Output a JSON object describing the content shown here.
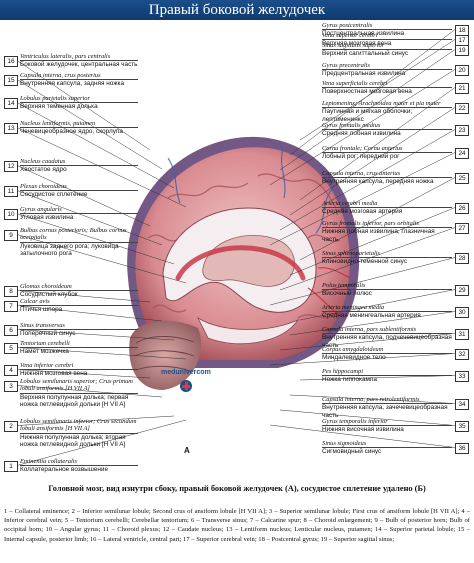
{
  "title": "Правый боковой желудочек",
  "watermark": "medunivercom",
  "figure_letter": "A",
  "caption": "Головной мозг, вид изнутри сбоку, правый боковой желудочек (А), сосудистое сплетение удалено (Б)",
  "legend": "1 – Collateral eminence; 2 – Inferior semilunar lobule; Second crus of ansiform lobule [H VII A]; 3 – Superior semilunar lobule; First crus of ansiform lobule [H VII A]; 4 – Inferior cerebral vein; 5 – Tentorium cerebelli; Cerebellar tentorium; 6 – Transverse sinus; 7 – Calcarine spur; 8 – Choroid enlargement; 9 – Bulb of posterior horn; Bulb of occipital horn; 10 – Angular gyrus; 11 – Choroid plexus; 12 – Caudate nucleus; 13 – Lentiform nucleus; Lenticular nucleus, putamen; 14 – Superior parietal lobule; 15 – Internal capsule, posterior limb; 16 – Lateral ventricle, central part; 17 – Superior cerebral vein; 18 – Postcentral gyrus; 19 – Superior sagittal sinus;",
  "colors": {
    "banner": "#1b4f8c",
    "brain_pink": "#e7a3a3",
    "brain_dark": "#b55a60",
    "ventricle": "#f3eef0",
    "plexus": "#c83a4a"
  },
  "left_labels": [
    {
      "n": "16",
      "lat": "Ventriculus lateralis, pars centralis",
      "rus": "Боковой желудочек, центральная часть"
    },
    {
      "n": "15",
      "lat": "Capsula interna, crus posterius",
      "rus": "Внутренняя капсула, задняя ножка"
    },
    {
      "n": "14",
      "lat": "Lobulus parietalis superior",
      "rus": "Верхняя теменная долька"
    },
    {
      "n": "13",
      "lat": "Nucleus lentiformis, putamen",
      "rus": "Чечевицеобразное ядро, скорлупа"
    },
    {
      "n": "12",
      "lat": "Nucleus caudatus",
      "rus": "Хвостатое ядро"
    },
    {
      "n": "11",
      "lat": "Plexus choroideus",
      "rus": "Сосудистое сплетение"
    },
    {
      "n": "10",
      "lat": "Gyrus angularis",
      "rus": "Угловая извилина"
    },
    {
      "n": "9",
      "lat": "Bulbus cornus posterioris; Bulbus cornus occipitalis",
      "rus": "Луковица заднего рога; луковица затылочного рога"
    },
    {
      "n": "8",
      "lat": "Glomus choroideum",
      "rus": "Сосудистый клубок"
    },
    {
      "n": "7",
      "lat": "Calcar avis",
      "rus": "Птичья шпора"
    },
    {
      "n": "6",
      "lat": "Sinus transversus",
      "rus": "Поперечный синус"
    },
    {
      "n": "5",
      "lat": "Tentorium cerebelli",
      "rus": "Намет мозжечка"
    },
    {
      "n": "4",
      "lat": "Vena inferior cerebri",
      "rus": "Нижняя мозговая вена"
    },
    {
      "n": "3",
      "lat": "Lobulus semilunaris superior; Crus primum lobuli ansiformis [H VII A]",
      "rus": "Верхняя полулунная долька; первая ножка петлевидной дольки [H VII A]"
    },
    {
      "n": "2",
      "lat": "Lobulus semilunaris inferior; Crus secundum lobuli ansiformis [H VII A]",
      "rus": "Нижняя полулунная долька; вторая ножка петлевидной дольки [H VII A]"
    },
    {
      "n": "1",
      "lat": "Eminentia collateralis",
      "rus": "Коллатеральное возвышение"
    }
  ],
  "right_labels": [
    {
      "n": "17",
      "lat": "Vena superior cerebri",
      "rus": "Верхняя мозговая вена"
    },
    {
      "n": "18",
      "lat": "Gyrus postcentralis",
      "rus": "Постцентральная извилина"
    },
    {
      "n": "19",
      "lat": "Sinus sagittalis superior",
      "rus": "Верхний сагиттальный синус"
    },
    {
      "n": "20",
      "lat": "Gyrus precentralis",
      "rus": "Предцентральная извилина"
    },
    {
      "n": "21",
      "lat": "Vena superficialis cerebri",
      "rus": "Поверхностная мозговая вена"
    },
    {
      "n": "22",
      "lat": "Leptomeninx; Arachnoidea mater et pia mater",
      "rus": "Паутинная и мягкая оболочки; лептоменинкс"
    },
    {
      "n": "23",
      "lat": "Gyrus frontalis medius",
      "rus": "Средняя лобная извилина"
    },
    {
      "n": "24",
      "lat": "Cornu frontale; Cornu anterius",
      "rus": "Лобный рог; передний рог"
    },
    {
      "n": "25",
      "lat": "Capsula interna, crus anterius",
      "rus": "Внутренняя капсула, передняя ножка"
    },
    {
      "n": "26",
      "lat": "Arteria cerebri media",
      "rus": "Средняя мозговая артерия"
    },
    {
      "n": "27",
      "lat": "Gyrus frontalis inferior, pars orbitalis",
      "rus": "Нижняя лобная извилина, глазничная часть"
    },
    {
      "n": "28",
      "lat": "Sinus sphenoparietalis",
      "rus": "Клиновидно-теменной синус"
    },
    {
      "n": "29",
      "lat": "Polus temporalis",
      "rus": "Височный полюс"
    },
    {
      "n": "30",
      "lat": "Arteria meningea media",
      "rus": "Средняя менингеальная артерия"
    },
    {
      "n": "31",
      "lat": "Capsula interna, pars sublentiformis",
      "rus": "Внутренняя капсула, подчечевицеобразная часть"
    },
    {
      "n": "32",
      "lat": "Corpus amygdaloideum",
      "rus": "Миндалевидное тело"
    },
    {
      "n": "33",
      "lat": "Pes hippocampi",
      "rus": "Ножка гиппокампа"
    },
    {
      "n": "34",
      "lat": "Capsula interna, pars retrolentiformis",
      "rus": "Внутренняя капсула, зачечевицеобразная часть"
    },
    {
      "n": "35",
      "lat": "Gyrus temporalis inferior",
      "rus": "Нижняя височная извилина"
    },
    {
      "n": "36",
      "lat": "Sinus sigmoideus",
      "rus": "Сигмовидный синус"
    }
  ]
}
